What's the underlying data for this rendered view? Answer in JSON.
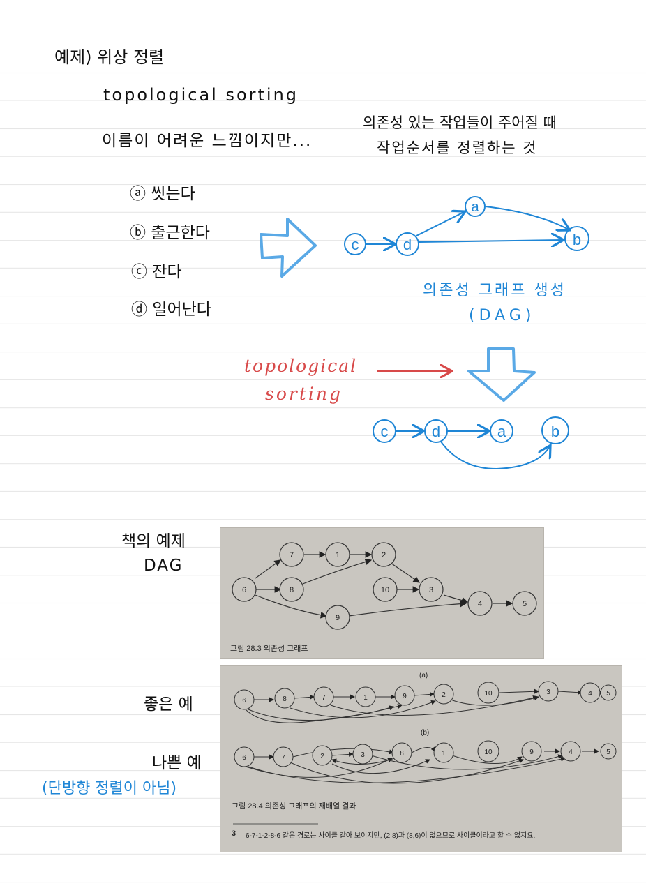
{
  "title": "예제) 위상 정렬",
  "subtitle_en": "topological sorting",
  "intro_left": "이름이 어려운 느낌이지만...",
  "intro_right": [
    "의존성 있는 작업들이 주어질 때",
    "작업순서를 정렬하는 것"
  ],
  "tasks": [
    "ⓐ 씻는다",
    "ⓑ 출근한다",
    "ⓒ 잔다",
    "ⓓ 일어난다"
  ],
  "dep_graph": {
    "nodes": [
      "c",
      "d",
      "a",
      "b"
    ],
    "label_line1": "의존성 그래프 생성",
    "label_line2": "(DAG)"
  },
  "sorting_label": [
    "topological",
    "sorting"
  ],
  "sorted_nodes": [
    "c",
    "d",
    "a",
    "b"
  ],
  "book_example_label": [
    "책의 예제",
    "DAG"
  ],
  "good_label": "좋은 예",
  "bad_label": "나쁜 예",
  "bad_note": "(단방향 정렬이 아님)",
  "fig_28_3": {
    "caption": "그림 28.3 의존성 그래프",
    "nodes": [
      "7",
      "1",
      "2",
      "6",
      "8",
      "10",
      "3",
      "4",
      "5",
      "9"
    ]
  },
  "fig_28_4": {
    "label_a": "(a)",
    "label_b": "(b)",
    "order_a": [
      "6",
      "8",
      "7",
      "1",
      "9",
      "2",
      "10",
      "3",
      "4",
      "5"
    ],
    "order_b": [
      "6",
      "7",
      "2",
      "3",
      "8",
      "1",
      "10",
      "9",
      "4",
      "5"
    ],
    "caption": "그림 28.4 의존성 그래프의 재배열 결과",
    "footnote_num": "3",
    "footnote": "6-7-1-2-8-6 같은 경로는 사이클 같아 보이지만, (2,8)과 (8,6)이 없으므로 사이클이라고 할 수 없지요."
  },
  "colors": {
    "ink": "#111111",
    "blue": "#1f86d6",
    "red": "#d84a4a",
    "photo_bg": "#c9c6c0"
  }
}
